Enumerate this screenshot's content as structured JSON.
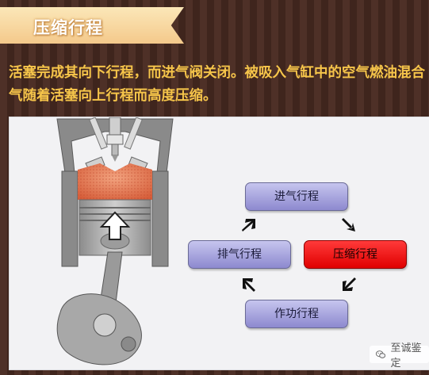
{
  "header": {
    "title": "压缩行程"
  },
  "description": "活塞完成其向下行程，而进气阀关闭。被吸入气缸中的空气燃油混合气随着活塞向上行程而高度压缩。",
  "cycle": {
    "stages": [
      {
        "label": "进气行程",
        "active": false
      },
      {
        "label": "压缩行程",
        "active": true
      },
      {
        "label": "作功行程",
        "active": false
      },
      {
        "label": "排气行程",
        "active": false
      }
    ],
    "active_color": "#e00000",
    "inactive_color": "#9e9ad8"
  },
  "watermark": {
    "icon": "wechat-icon",
    "text": "至诚鉴定"
  }
}
